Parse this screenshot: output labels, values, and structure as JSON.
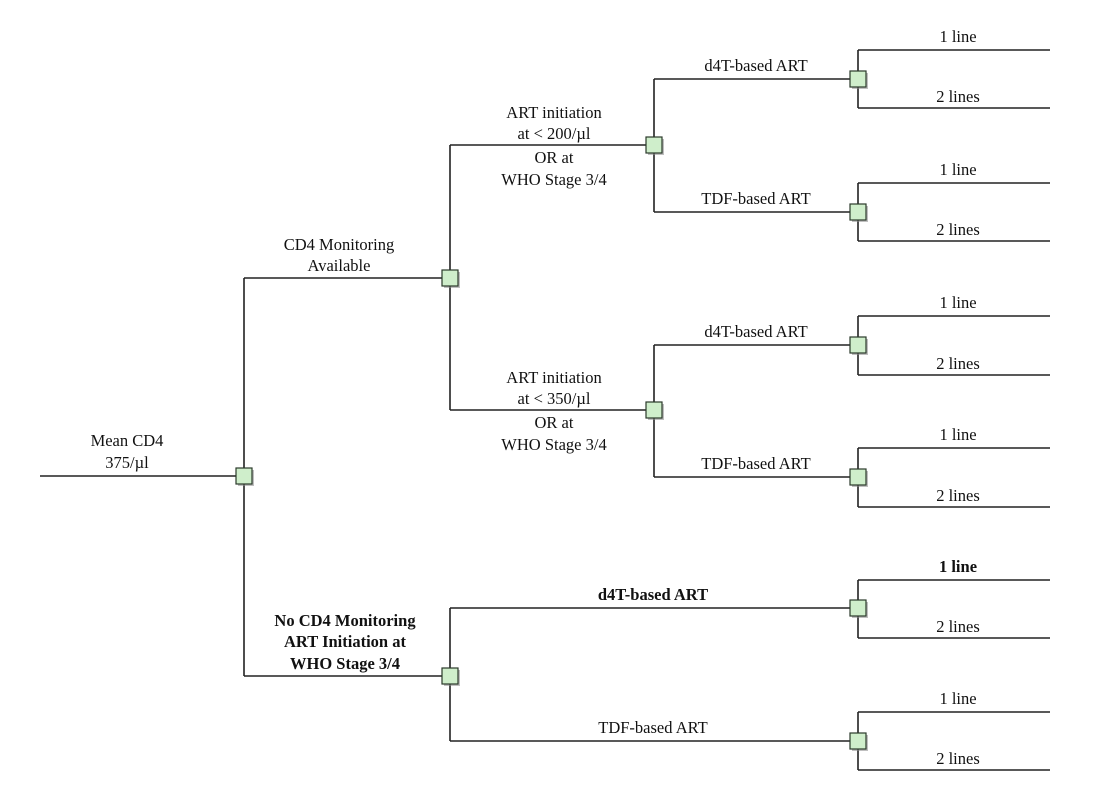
{
  "root": {
    "label": [
      "Mean CD4",
      "375/µl"
    ],
    "nodes": {
      "cd4_available": {
        "label": [
          "CD4 Monitoring",
          "Available"
        ],
        "branch_200": {
          "label": [
            "ART initiation",
            "at < 200/µl",
            "OR at",
            "WHO Stage 3/4"
          ],
          "d4t": {
            "label": "d4T-based ART",
            "line1": "1 line",
            "line2": "2 lines"
          },
          "tdf": {
            "label": "TDF-based ART",
            "line1": "1 line",
            "line2": "2 lines"
          }
        },
        "branch_350": {
          "label": [
            "ART initiation",
            "at < 350/µl",
            "OR at",
            "WHO Stage 3/4"
          ],
          "d4t": {
            "label": "d4T-based ART",
            "line1": "1 line",
            "line2": "2 lines"
          },
          "tdf": {
            "label": "TDF-based ART",
            "line1": "1 line",
            "line2": "2 lines"
          }
        }
      },
      "no_cd4": {
        "label": [
          "No CD4 Monitoring",
          "ART Initiation at",
          "WHO Stage 3/4"
        ],
        "d4t": {
          "label": "d4T-based ART",
          "line1": "1 line",
          "line2": "2 lines"
        },
        "tdf": {
          "label": "TDF-based ART",
          "line1": "1 line",
          "line2": "2 lines"
        }
      }
    }
  }
}
